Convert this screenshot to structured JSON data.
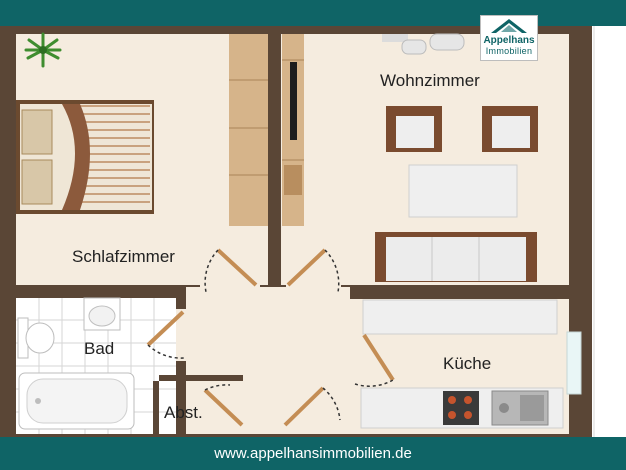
{
  "footer": {
    "url": "www.appelhansimmobilien.de"
  },
  "logo": {
    "line1": "Appelhans",
    "line2": "Immobilien",
    "color": "#0f6466"
  },
  "rooms": {
    "wohnzimmer": "Wohnzimmer",
    "schlafzimmer": "Schlafzimmer",
    "bad": "Bad",
    "kueche": "Küche",
    "abst": "Abst."
  },
  "colors": {
    "header": "#0f6466",
    "wall": "#5a4636",
    "floor": "#f5ecdf",
    "wood": "#c8a77a"
  },
  "icons": [
    "plant-icon",
    "bed-icon",
    "armchair-icon",
    "sofa-icon",
    "table-icon",
    "tv-icon",
    "toilet-icon",
    "sink-icon",
    "bathtub-icon",
    "stove-icon",
    "kitchen-sink-icon",
    "window-icon",
    "door-icon"
  ]
}
